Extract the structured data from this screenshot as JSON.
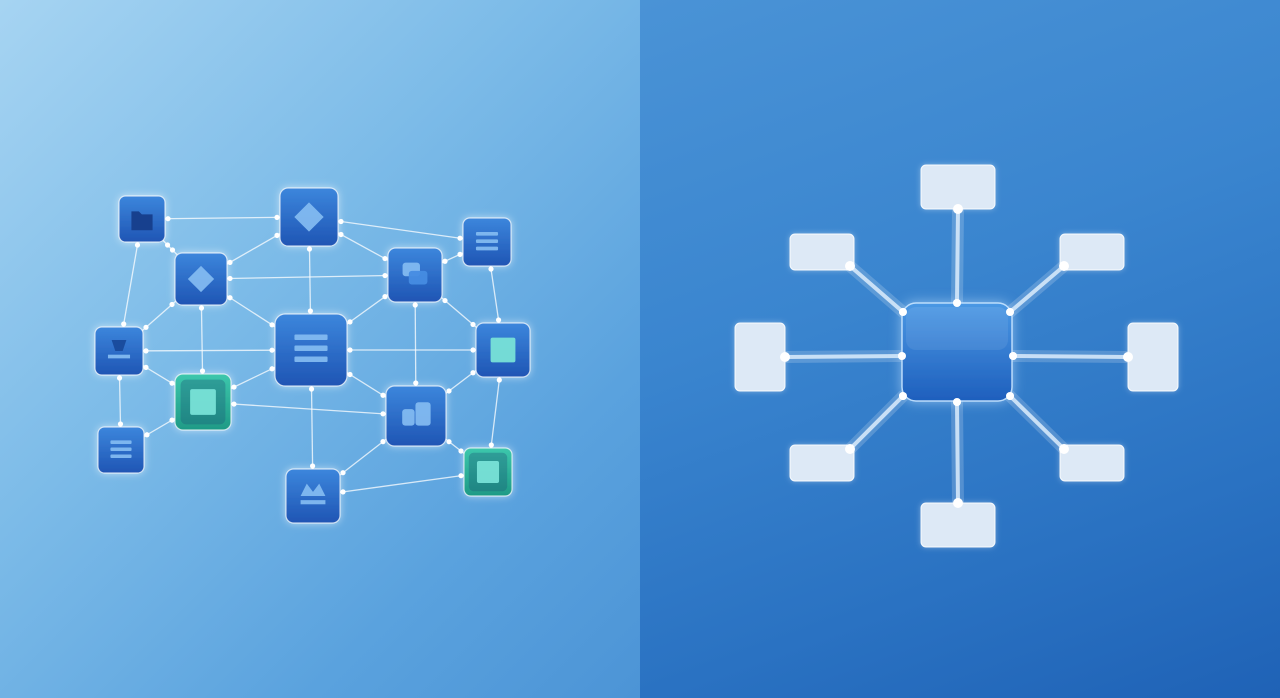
{
  "colors": {
    "left_bg_light": "#a6d4f2",
    "left_bg_dark": "#4c94d6",
    "right_bg_light": "#4a93d6",
    "right_bg_dark": "#1f62b6",
    "node_blue": "#2c66c4",
    "node_teal": "#2fb59e",
    "hub_blue": "#2f7ad0",
    "spoke_card": "#dfeaf6"
  },
  "mesh_network": {
    "nodes": [
      {
        "id": "n1",
        "icon": "folder-icon",
        "style": "blue"
      },
      {
        "id": "n2",
        "icon": "diamond-icon",
        "style": "blue"
      },
      {
        "id": "n3",
        "icon": "list-icon",
        "style": "blue"
      },
      {
        "id": "n4",
        "icon": "diamond-icon",
        "style": "blue"
      },
      {
        "id": "n5",
        "icon": "chat-icon",
        "style": "blue"
      },
      {
        "id": "n6",
        "icon": "list-icon",
        "style": "blue"
      },
      {
        "id": "n7",
        "icon": "download-icon",
        "style": "blue"
      },
      {
        "id": "n8",
        "icon": "square-icon",
        "style": "blue"
      },
      {
        "id": "n9",
        "icon": "square-icon",
        "style": "teal"
      },
      {
        "id": "n10",
        "icon": "cards-icon",
        "style": "blue"
      },
      {
        "id": "n11",
        "icon": "list-icon",
        "style": "blue"
      },
      {
        "id": "n12",
        "icon": "square-icon",
        "style": "teal"
      },
      {
        "id": "n13",
        "icon": "upload-icon",
        "style": "blue"
      }
    ],
    "edges": [
      [
        "n1",
        "n2"
      ],
      [
        "n1",
        "n4"
      ],
      [
        "n1",
        "n7"
      ],
      [
        "n2",
        "n3"
      ],
      [
        "n2",
        "n4"
      ],
      [
        "n2",
        "n5"
      ],
      [
        "n2",
        "n6"
      ],
      [
        "n3",
        "n5"
      ],
      [
        "n3",
        "n8"
      ],
      [
        "n4",
        "n5"
      ],
      [
        "n4",
        "n6"
      ],
      [
        "n4",
        "n7"
      ],
      [
        "n4",
        "n9"
      ],
      [
        "n5",
        "n6"
      ],
      [
        "n5",
        "n8"
      ],
      [
        "n5",
        "n10"
      ],
      [
        "n6",
        "n7"
      ],
      [
        "n6",
        "n9"
      ],
      [
        "n6",
        "n8"
      ],
      [
        "n6",
        "n10"
      ],
      [
        "n6",
        "n13"
      ],
      [
        "n7",
        "n9"
      ],
      [
        "n7",
        "n11"
      ],
      [
        "n8",
        "n10"
      ],
      [
        "n8",
        "n12"
      ],
      [
        "n9",
        "n11"
      ],
      [
        "n9",
        "n10"
      ],
      [
        "n10",
        "n13"
      ],
      [
        "n10",
        "n12"
      ],
      [
        "n12",
        "n13"
      ]
    ]
  },
  "hub_and_spoke": {
    "hub": {
      "id": "hub",
      "icon": "hub-icon"
    },
    "spokes": [
      {
        "id": "top"
      },
      {
        "id": "top-right"
      },
      {
        "id": "right"
      },
      {
        "id": "bottom-right"
      },
      {
        "id": "bottom"
      },
      {
        "id": "bottom-left"
      },
      {
        "id": "left"
      },
      {
        "id": "top-left"
      }
    ]
  }
}
